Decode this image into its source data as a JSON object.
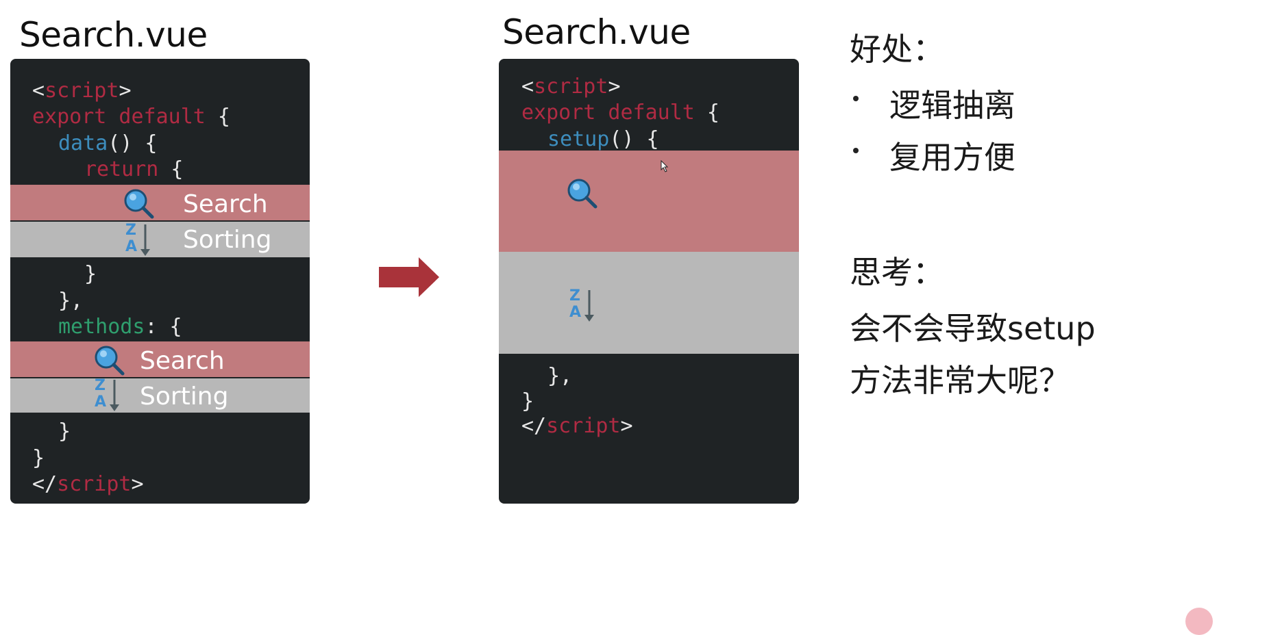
{
  "left_panel": {
    "title": "Search.vue",
    "code": {
      "script_open_lt": "<",
      "script_kw": "script",
      "script_open_gt": ">",
      "export_default": "export default",
      "brace_open": " {",
      "data_fn": "data",
      "data_rest": "() {",
      "return_kw": "return",
      "return_rest": " {",
      "close_inner": "}",
      "close_data": "},",
      "methods_kw": "methods",
      "methods_rest": ": {",
      "close_methods": "}",
      "close_export": "}",
      "script_close_lt": "</",
      "script_close_gt": ">"
    },
    "band_search_label": "Search",
    "band_sorting_label": "Sorting"
  },
  "right_panel": {
    "title": "Search.vue",
    "code": {
      "script_open_lt": "<",
      "script_kw": "script",
      "script_open_gt": ">",
      "export_default": "export default",
      "brace_open": " {",
      "setup_fn": "setup",
      "setup_rest": "() {",
      "close_setup": "},",
      "close_export": "}",
      "script_close_lt": "</",
      "script_close_gt": ">"
    }
  },
  "sort_icon": {
    "top_letter": "Z",
    "bottom_letter": "A"
  },
  "benefits": {
    "heading": "好处：",
    "items": [
      "逻辑抽离",
      "复用方便"
    ]
  },
  "thinking": {
    "heading": "思考：",
    "line1": "会不会导致setup",
    "line2": "方法非常大呢？"
  },
  "colors": {
    "code_bg": "#1f2325",
    "keyword": "#b02b43",
    "function": "#3d8dbd",
    "methods": "#2f9f6e",
    "search_band": "#c17b7e",
    "sorting_band": "#b8b8b8",
    "arrow": "#a9333a"
  }
}
